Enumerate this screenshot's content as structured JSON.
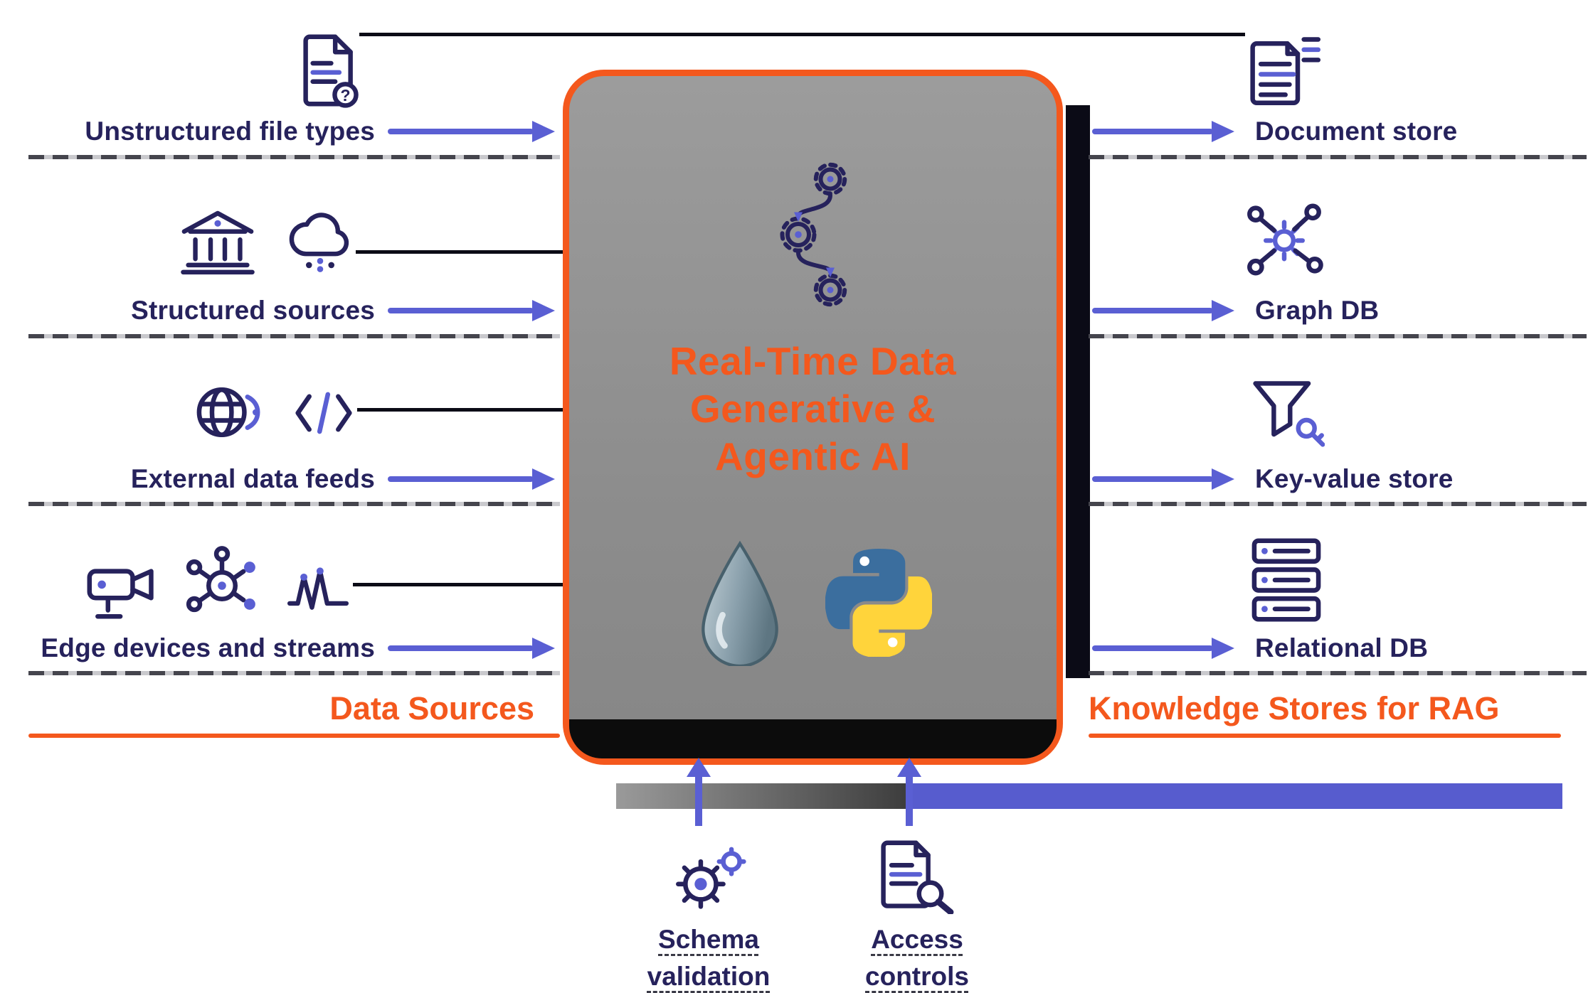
{
  "colors": {
    "accent_orange": "#f4581d",
    "arrow_purple": "#5a5fd3",
    "icon_navy": "#26225c",
    "box_gray": "#8d8d8d"
  },
  "center": {
    "title": "Real-Time Data\nGenerative &\nAgentic AI",
    "logos": [
      "workflow-nodes-icon",
      "data-drop-logo",
      "python-logo"
    ]
  },
  "left": {
    "title": "Data Sources",
    "items": [
      {
        "label": "Unstructured file types",
        "icons": [
          "document-question-icon"
        ],
        "glyph": "?"
      },
      {
        "label": "Structured sources",
        "icons": [
          "bank-icon",
          "cloud-data-icon"
        ]
      },
      {
        "label": "External data feeds",
        "icons": [
          "globe-icon",
          "code-brackets-icon"
        ]
      },
      {
        "label": "Edge devices and streams",
        "icons": [
          "video-camera-icon",
          "network-nodes-icon",
          "waveform-icon"
        ]
      }
    ]
  },
  "right": {
    "title": "Knowledge Stores for RAG",
    "items": [
      {
        "label": "Document store",
        "icons": [
          "document-lines-icon"
        ]
      },
      {
        "label": "Graph DB",
        "icons": [
          "graph-nodes-icon"
        ]
      },
      {
        "label": "Key-value store",
        "icons": [
          "funnel-key-icon"
        ]
      },
      {
        "label": "Relational DB",
        "icons": [
          "stacked-rows-icon"
        ]
      }
    ]
  },
  "bottom": {
    "items": [
      {
        "label": "Schema\nvalidation",
        "icons": [
          "gears-icon"
        ]
      },
      {
        "label": "Access\ncontrols",
        "icons": [
          "document-magnifier-icon"
        ]
      }
    ]
  }
}
